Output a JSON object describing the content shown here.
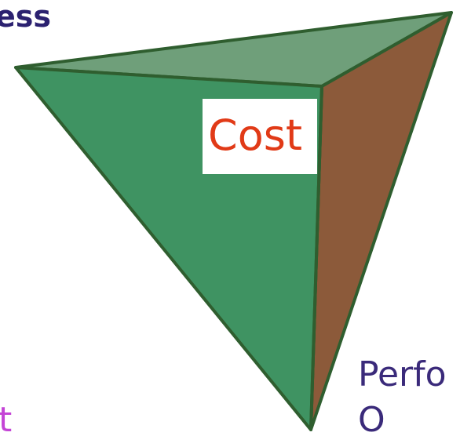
{
  "labels": {
    "top_left_fragment": "ess",
    "center": "Cost",
    "bottom_right_line1": "Perfo",
    "bottom_right_line2": "O",
    "bottom_left_fragment": "t"
  },
  "colors": {
    "front_face": "#3f9362",
    "top_face": "#6f9f7a",
    "right_face": "#8c5a3a",
    "edge": "#2f5e2f",
    "cost_text": "#e13a17",
    "perf_text": "#3a2a7a",
    "top_left_text": "#2b2170",
    "bottom_left_text": "#c444d6"
  }
}
